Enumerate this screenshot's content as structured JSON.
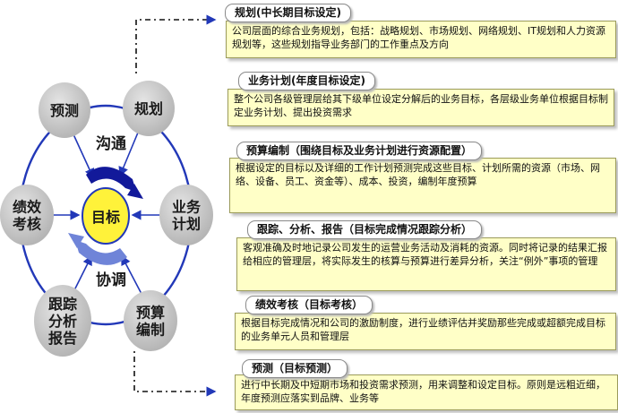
{
  "cycle": {
    "center": "目标",
    "communicate": "沟通",
    "coordinate": "协调",
    "nodes": [
      {
        "id": "forecast",
        "lines": [
          "预测"
        ]
      },
      {
        "id": "planning",
        "lines": [
          "规划"
        ]
      },
      {
        "id": "business-plan",
        "lines": [
          "业务",
          "计划"
        ]
      },
      {
        "id": "budget",
        "lines": [
          "预算",
          "编制"
        ]
      },
      {
        "id": "tracking",
        "lines": [
          "跟踪",
          "分析",
          "报告"
        ]
      },
      {
        "id": "performance",
        "lines": [
          "绩效",
          "考核"
        ]
      }
    ]
  },
  "panels": [
    {
      "title": "规划(中长期目标设定)",
      "text": "公司层面的综合业务规划，包括：战略规划、市场规划、网络规划、IT规划和人力资源规划等，这些规划指导业务部门的工作重点及方向"
    },
    {
      "title": "业务计划(年度目标设定)",
      "text": "整个公司各级管理层给其下级单位设定分解后的业务目标，各层级业务单位根据目标制定业务计划、提出投资需求"
    },
    {
      "title": "预算编制（围绕目标及业务计划进行资源配置）",
      "text": "根据设定的目标以及详细的工作计划预测完成这些目标、计划所需的资源（市场、网络、设备、员工、资金等）、成本、投资，编制年度预算"
    },
    {
      "title": "跟踪、分析、报告（目标完成情况跟踪分析）",
      "text": "客观准确及时地记录公司发生的运营业务活动及消耗的资源。同时将记录的结果汇报给相应的管理层，将实际发生的核算与预算进行差异分析，关注“例外”事项的管理"
    },
    {
      "title": "绩效考核（目标考核）",
      "text": "根据目标完成情况和公司的激励制度，进行业绩评估并奖励那些完成或超额完成目标的业务单元人员和管理层"
    },
    {
      "title": "预测（目标预测）",
      "text": "进行中长期及中短期市场和投资需求预测，用来调整和设定目标。原则是远粗近细，年度预测应落实到品牌、业务等"
    }
  ],
  "colors": {
    "ring": "#2238b8",
    "nodeFill": "#c9c9c9",
    "centerFill": "#fff23a",
    "arrowDark": "#12199a",
    "arrowLight": "#6f84d8",
    "panelFill": "#ffffc7"
  }
}
